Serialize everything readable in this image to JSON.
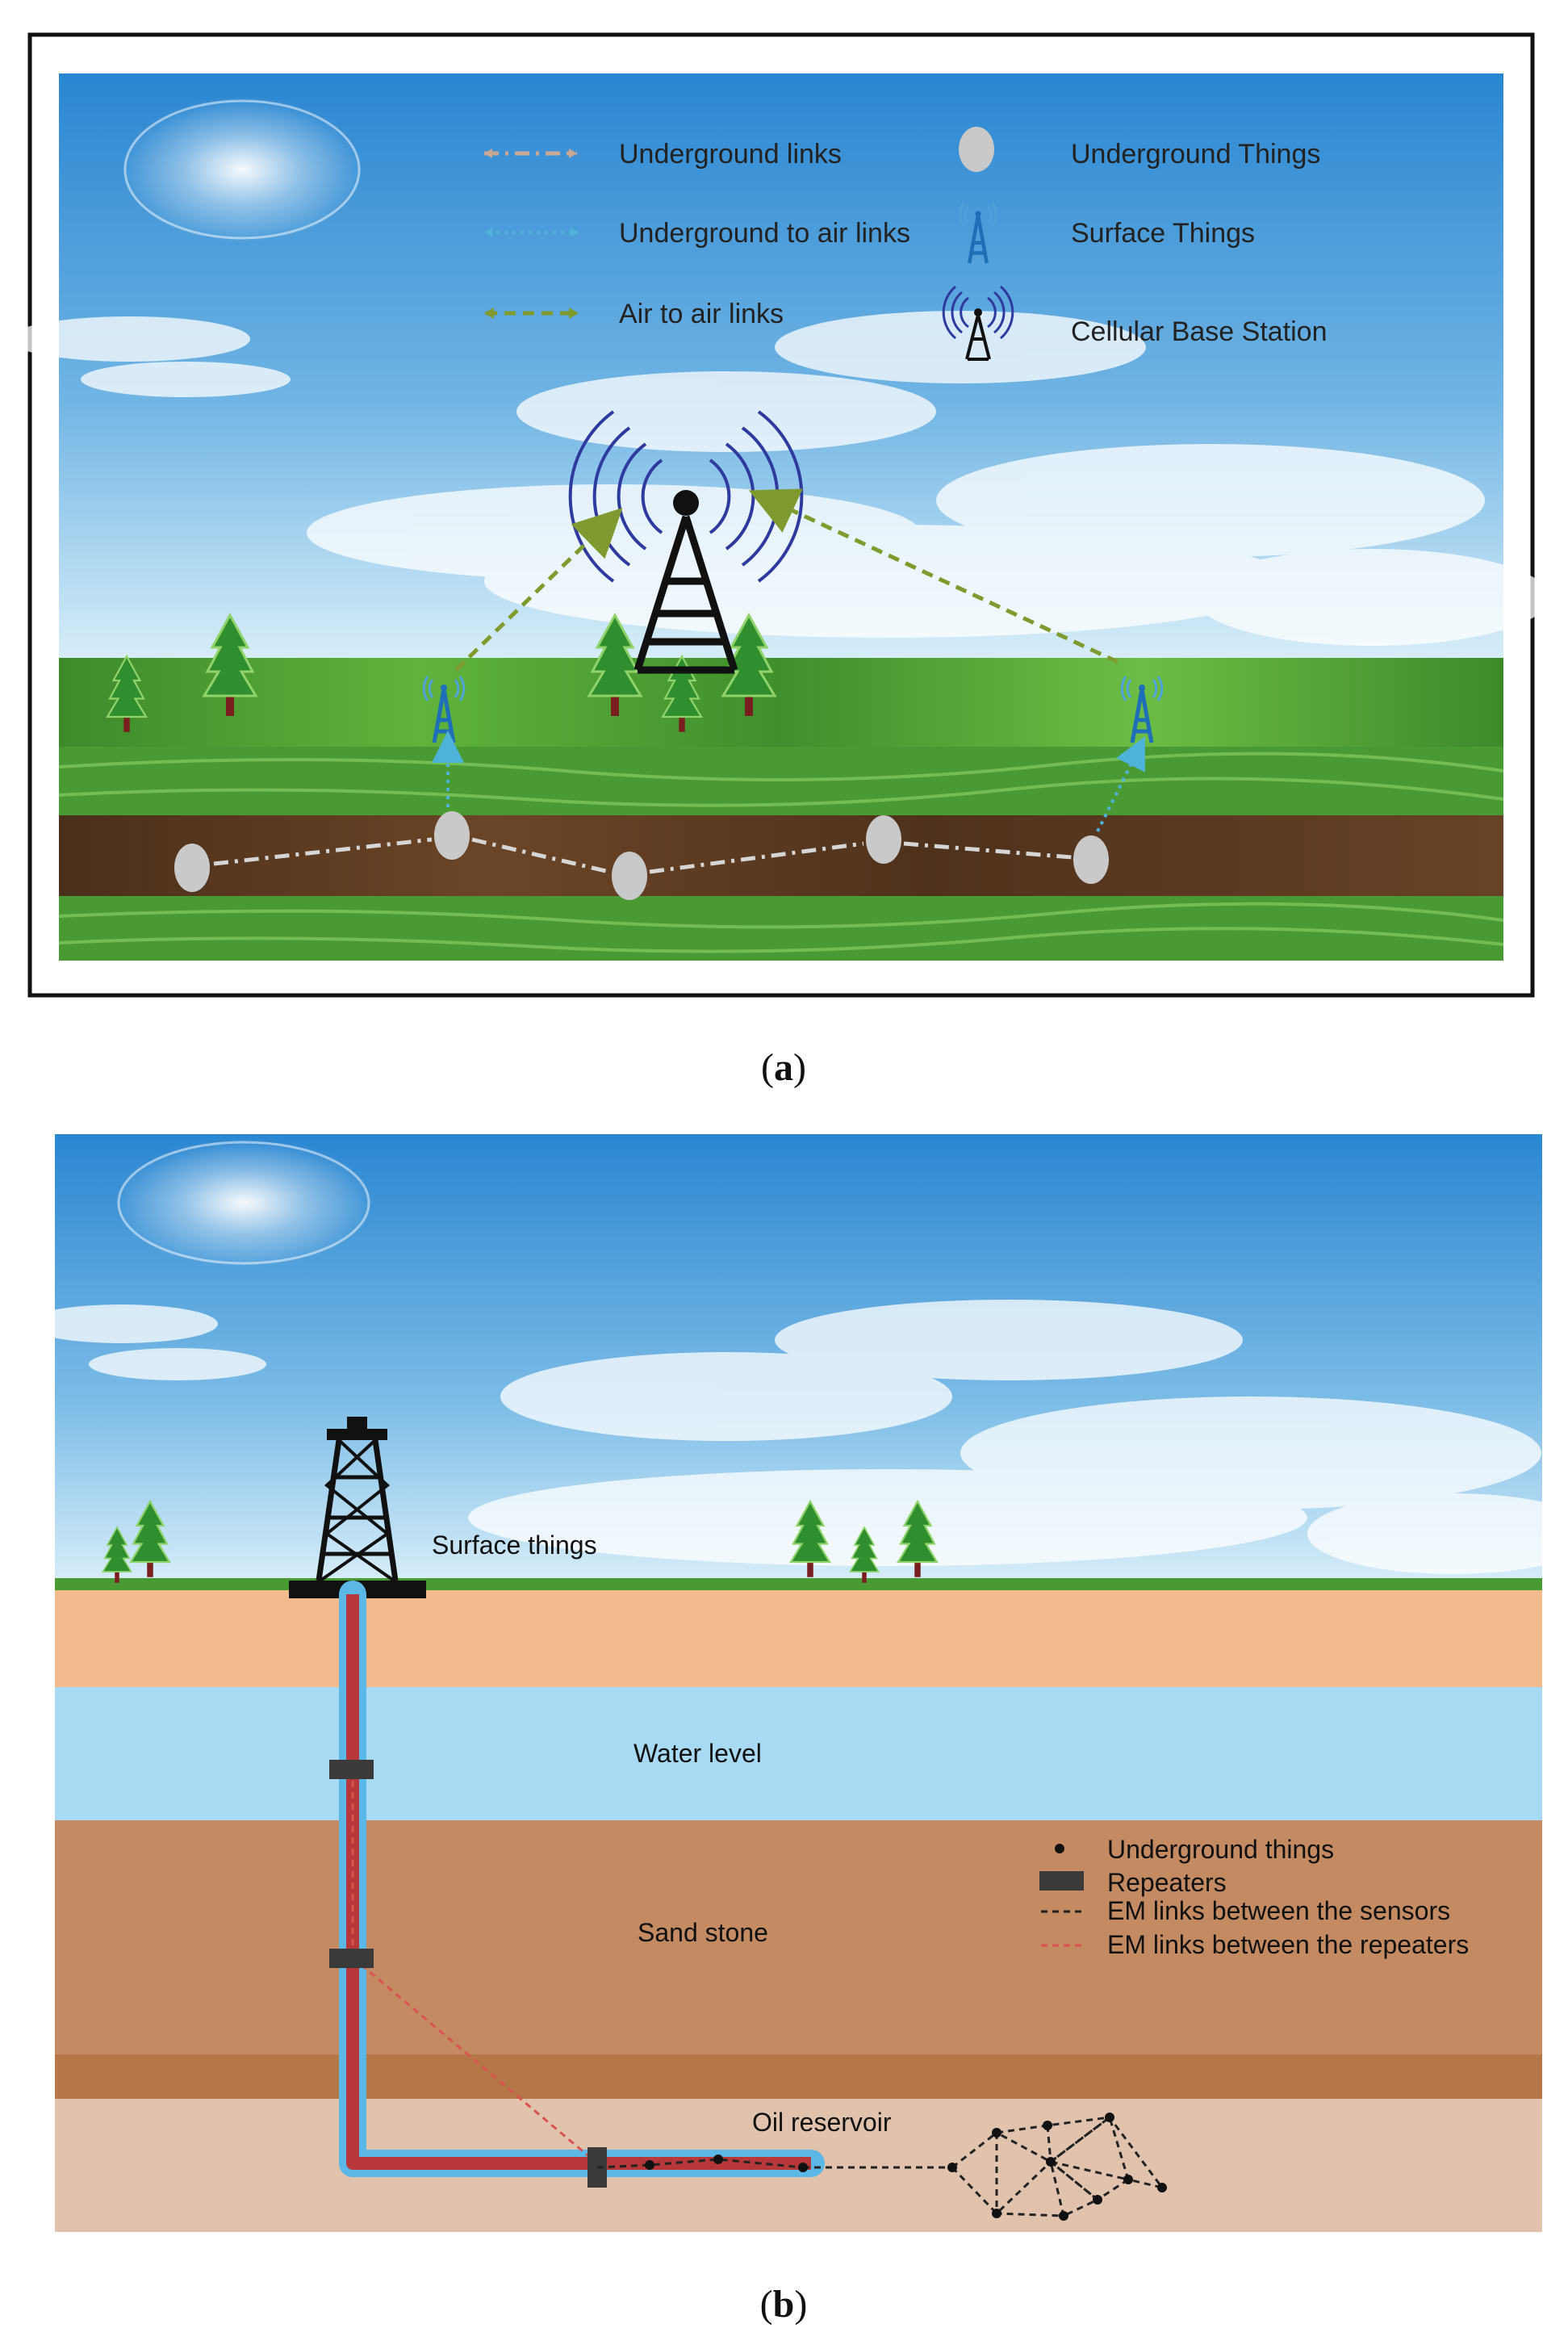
{
  "figure_a": {
    "caption_open": "(",
    "caption_letter": "a",
    "caption_close": ")",
    "legend": {
      "underground_links": "Underground links",
      "underground_to_air_links": "Underground to air links",
      "air_to_air_links": "Air to air links",
      "underground_things": "Underground Things",
      "surface_things": "Surface Things",
      "cellular_base_station": "Cellular Base Station"
    }
  },
  "figure_b": {
    "caption_open": "(",
    "caption_letter": "b",
    "caption_close": ")",
    "labels": {
      "surface_things": "Surface things",
      "water_level": "Water level",
      "sand_stone": "Sand stone",
      "oil_reservoir": "Oil reservoir"
    },
    "legend": {
      "underground_things": "Underground things",
      "repeaters": "Repeaters",
      "em_links_sensors": "EM links between the sensors",
      "em_links_repeaters": "EM links between the repeaters"
    }
  },
  "colors": {
    "sky_top": "#2f8fd6",
    "sky_bottom": "#cfe8f7",
    "grass": "#4a9a34",
    "soil": "#5a3a22",
    "underground_link": "#c9c9c9",
    "underground_to_air": "#4fb3d9",
    "air_to_air": "#7f9a2e",
    "tower_wave": "#2e3a9e",
    "pipe_outer": "#5bb8e6",
    "pipe_inner": "#b8383a",
    "repeater": "#3a3a3a",
    "topsoil": "#f2bb8e",
    "water": "#a8daf3",
    "sandstone": "#c48a62",
    "reservoir": "#e0c2ad",
    "em_sensor_link": "#222222",
    "em_repeater_link": "#d9534f"
  }
}
